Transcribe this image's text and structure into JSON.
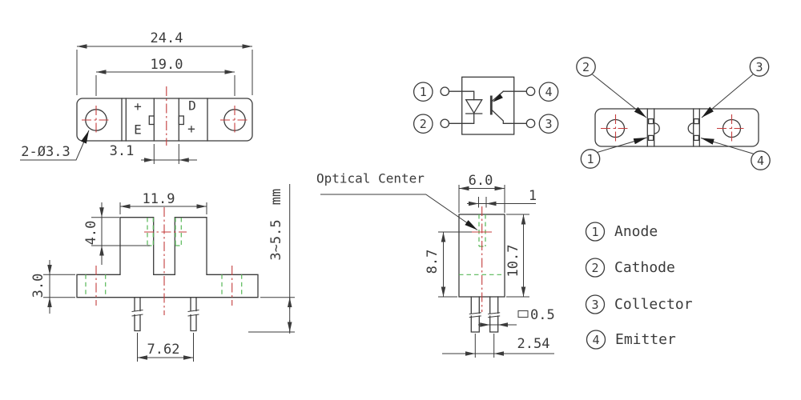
{
  "colors": {
    "line": "#3b3b3b",
    "centerline": "#c43c3c",
    "hidden_green": "#57b857",
    "background": "#ffffff"
  },
  "top_view": {
    "dim_overall": "24.4",
    "dim_hole_spacing": "19.0",
    "dim_slot": "3.1",
    "hole_callout": "2-Ø3.3",
    "label_plus_left": "+",
    "label_e": "E",
    "label_d": "D",
    "label_plus_right": "+"
  },
  "schematic": {
    "pin1": "1",
    "pin2": "2",
    "pin3": "3",
    "pin4": "4"
  },
  "bottom_view": {
    "pin1": "1",
    "pin2": "2",
    "pin3": "3",
    "pin4": "4"
  },
  "front_view": {
    "dim_slot_outer": "11.9",
    "dim_window_depth": "4.0",
    "dim_base_height": "3.0",
    "dim_pin_pitch": "7.62",
    "dim_pin_length": "3~5.5",
    "dim_pin_length_unit": "mm"
  },
  "side_view": {
    "callout": "Optical Center",
    "dim_width": "6.0",
    "dim_window": "1",
    "dim_oc": "8.7",
    "dim_height": "10.7",
    "dim_pin_size": "0.5",
    "dim_pin_pitch": "2.54"
  },
  "legend": {
    "items": [
      {
        "num": "1",
        "label": "Anode"
      },
      {
        "num": "2",
        "label": "Cathode"
      },
      {
        "num": "3",
        "label": "Collector"
      },
      {
        "num": "4",
        "label": "Emitter"
      }
    ]
  }
}
